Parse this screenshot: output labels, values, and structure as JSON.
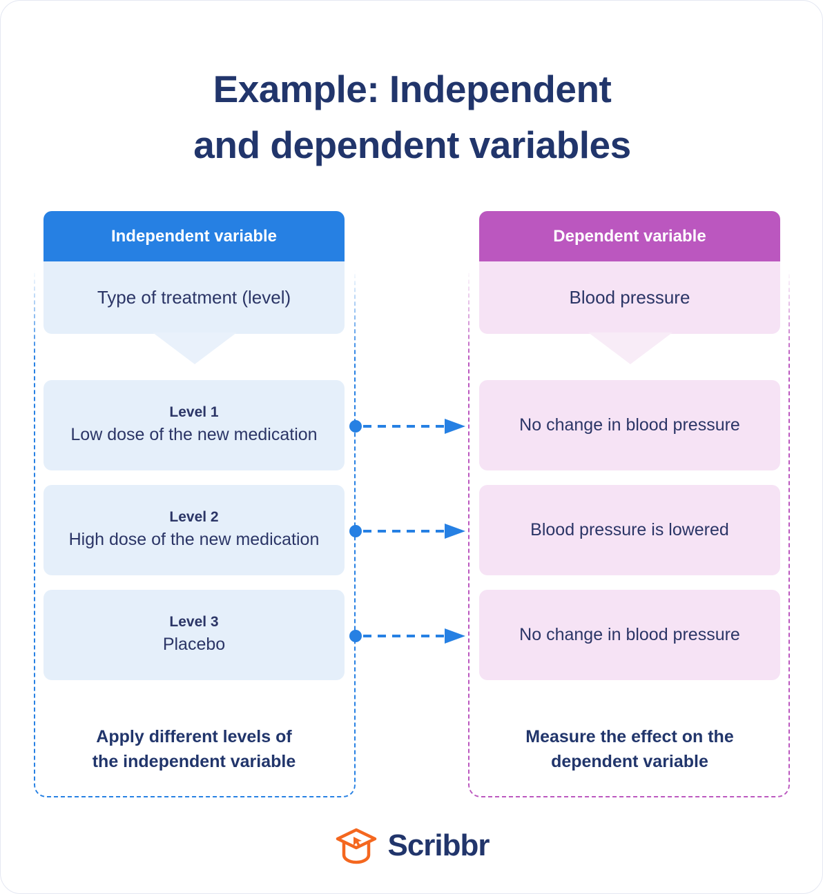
{
  "title": {
    "line1": "Example: Independent",
    "line2": "and dependent variables"
  },
  "colors": {
    "independent_accent": "#2680e3",
    "dependent_accent": "#bb57bf",
    "independent_fill": "#e5effa",
    "dependent_fill": "#f6e3f5",
    "text_navy": "#2b3566",
    "title_navy": "#21356b",
    "logo_orange": "#f4671f"
  },
  "columns": {
    "independent": {
      "header_label": "Independent variable",
      "subject": "Type of treatment (level)",
      "items": [
        {
          "label": "Level 1",
          "text": "Low dose of the new medication"
        },
        {
          "label": "Level 2",
          "text": "High dose of the new medication"
        },
        {
          "label": "Level 3",
          "text": "Placebo"
        }
      ],
      "caption_line1": "Apply different levels of",
      "caption_line2": "the independent variable"
    },
    "dependent": {
      "header_label": "Dependent variable",
      "subject": "Blood pressure",
      "items": [
        {
          "label": "",
          "text": "No change in blood pressure"
        },
        {
          "label": "",
          "text": "Blood pressure is lowered"
        },
        {
          "label": "",
          "text": "No change in blood pressure"
        }
      ],
      "caption_line1": "Measure the effect on the",
      "caption_line2": "dependent variable"
    }
  },
  "connectors": [
    {
      "from": "Level 1",
      "to": "No change in blood pressure"
    },
    {
      "from": "Level 2",
      "to": "Blood pressure is lowered"
    },
    {
      "from": "Level 3",
      "to": "No change in blood pressure"
    }
  ],
  "logo": {
    "wordmark": "Scribbr",
    "icon": "graduation-cap-icon"
  }
}
